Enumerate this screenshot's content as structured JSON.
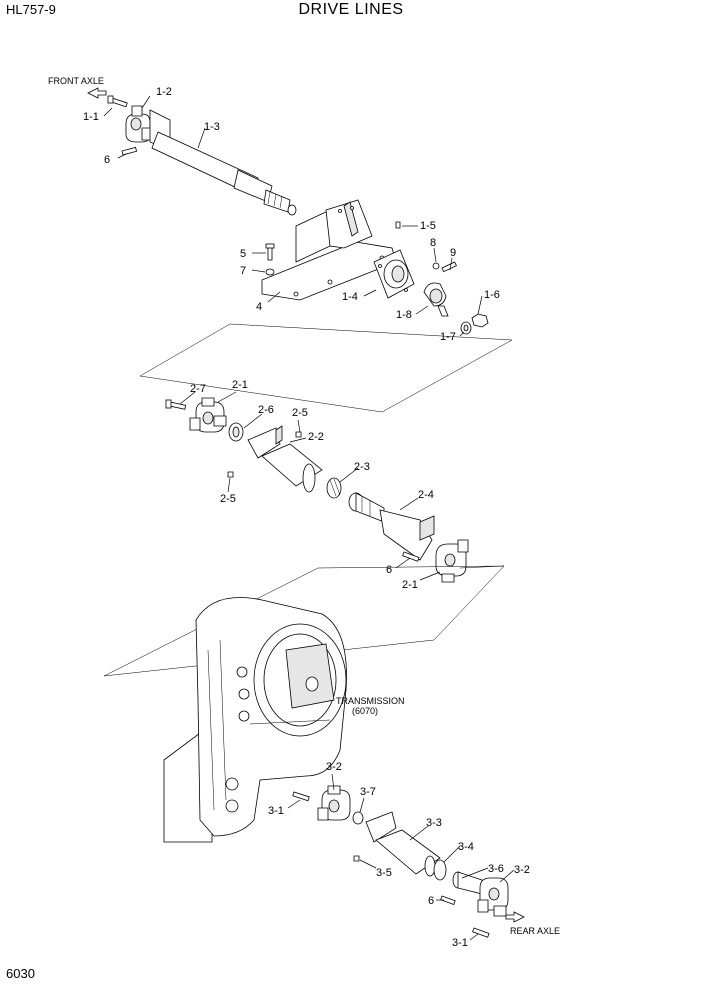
{
  "header": {
    "model": "HL757-9",
    "title": "DRIVE LINES"
  },
  "footer": {
    "page_number": "6030"
  },
  "annotations": {
    "front_axle": "FRONT AXLE",
    "rear_axle": "REAR AXLE",
    "transmission": "TRANSMISSION",
    "transmission_ref": "(6070)"
  },
  "callouts": {
    "c_1_1": "1-1",
    "c_1_2": "1-2",
    "c_1_3": "1-3",
    "c_6a": "6",
    "c_1_5": "1-5",
    "c_8": "8",
    "c_9": "9",
    "c_5": "5",
    "c_7": "7",
    "c_1_4": "1-4",
    "c_4": "4",
    "c_1_8": "1-8",
    "c_1_6": "1-6",
    "c_1_7": "1-7",
    "c_2_7": "2-7",
    "c_2_1a": "2-1",
    "c_2_6": "2-6",
    "c_2_5a": "2-5",
    "c_2_2": "2-2",
    "c_2_5b": "2-5",
    "c_2_3": "2-3",
    "c_2_4": "2-4",
    "c_6b": "6",
    "c_2_1b": "2-1",
    "c_3_2a": "3-2",
    "c_3_1a": "3-1",
    "c_3_7": "3-7",
    "c_3_3": "3-3",
    "c_3_4": "3-4",
    "c_3_5": "3-5",
    "c_3_6": "3-6",
    "c_3_2b": "3-2",
    "c_6c": "6",
    "c_3_1b": "3-1"
  }
}
